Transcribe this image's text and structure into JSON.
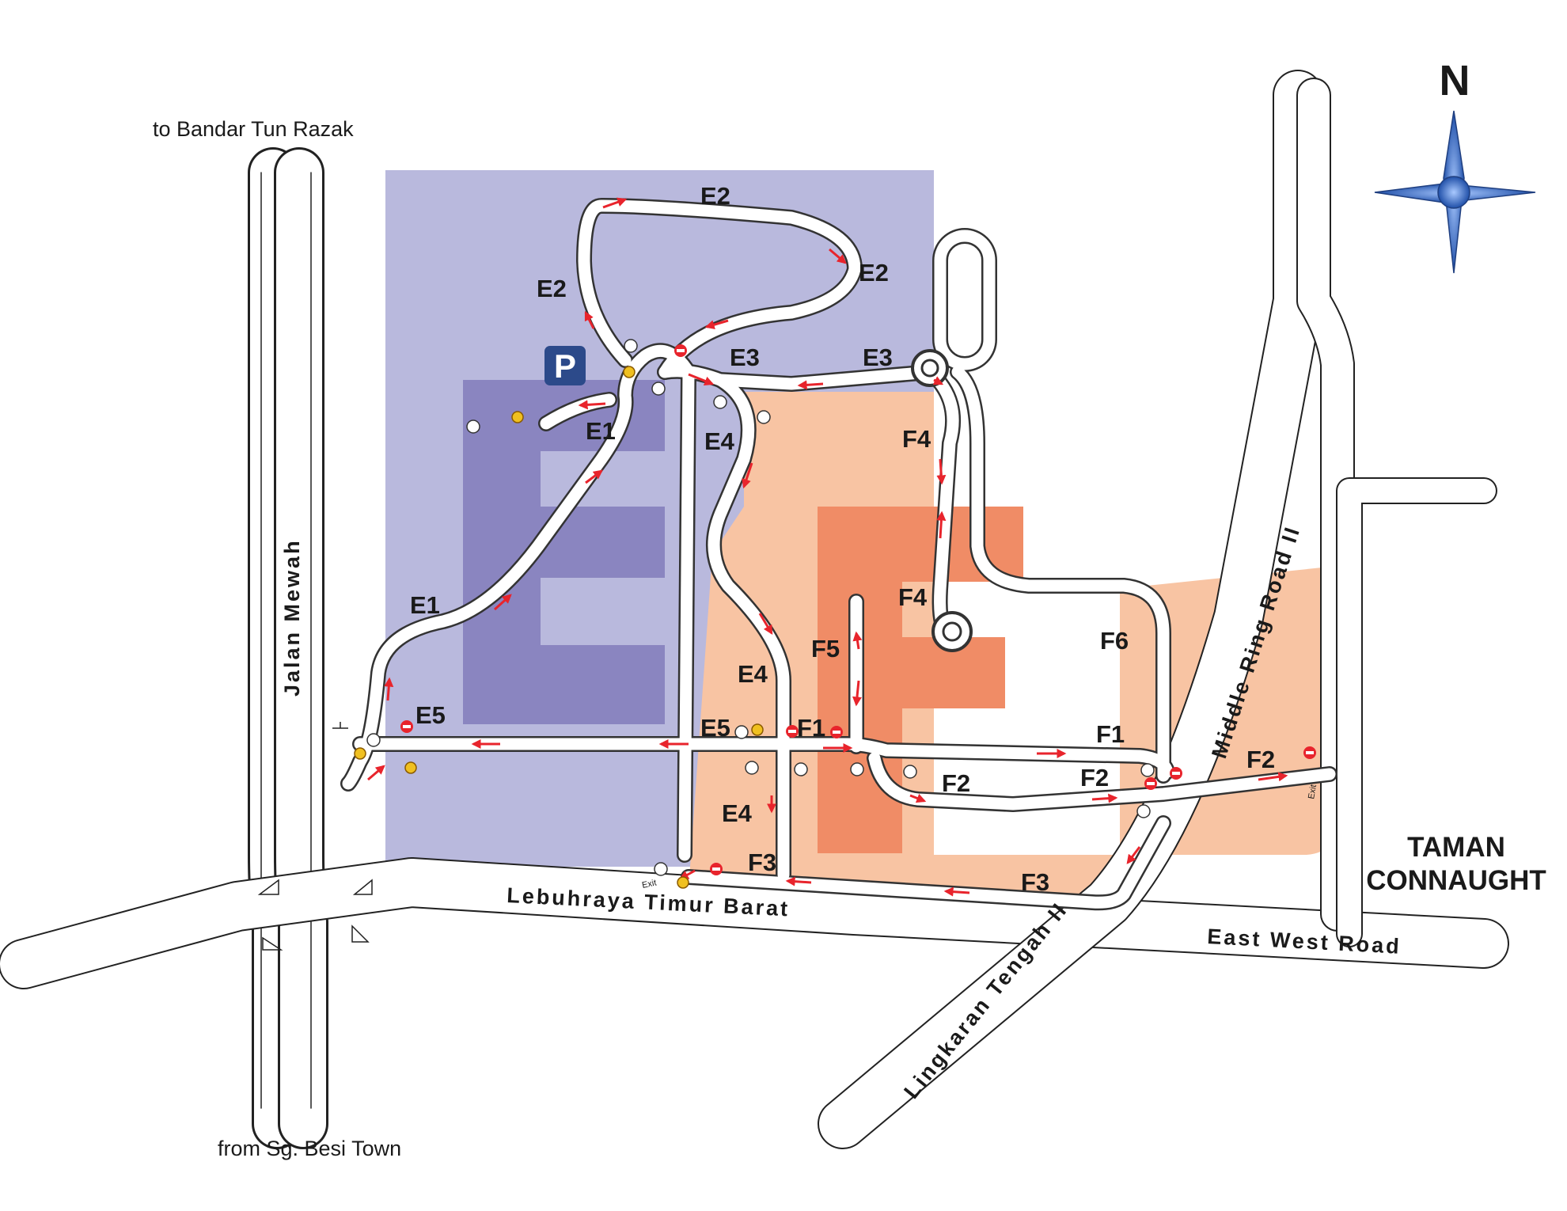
{
  "compass": {
    "north_label": "N",
    "icon": "compass-rose-icon"
  },
  "places": {
    "to_bandar_tun_razak": "to Bandar Tun Razak",
    "from_sg_besi": "from Sg. Besi Town",
    "taman_line1": "TAMAN",
    "taman_line2": "CONNAUGHT"
  },
  "roads": {
    "jalan_mewah": "Jalan Mewah",
    "lebuhraya": "Lebuhraya Timur Barat",
    "east_west": "East West Road",
    "lingkaran": "Lingkaran Tengah II",
    "middle_ring": "Middle Ring Road II"
  },
  "parking_symbol": "P",
  "zones": {
    "e1": "E1",
    "e2": "E2",
    "e3": "E3",
    "e4": "E4",
    "e5": "E5",
    "f1": "F1",
    "f2": "F2",
    "f3": "F3",
    "f4": "F4",
    "f5": "F5",
    "f6": "F6"
  },
  "exit_label": "Exit",
  "colors": {
    "zone_e_light": "#b9b9dd",
    "zone_e_dark": "#8a85c0",
    "zone_f_light": "#f8c4a3",
    "zone_f_dark": "#f08c66",
    "arrow": "#e8242c",
    "parking": "#2c4a8a",
    "compass": "#2d5fb7"
  }
}
